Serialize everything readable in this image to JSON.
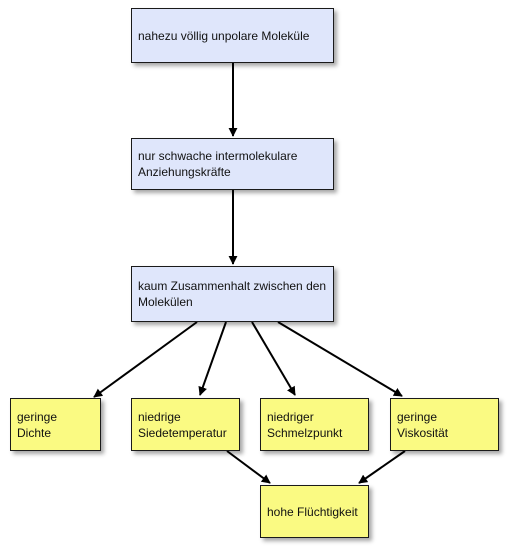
{
  "colors": {
    "blue_fill": "#dfe6fb",
    "yellow_fill": "#fafa82",
    "border": "#1a1a1a",
    "arrow": "#000000"
  },
  "nodes": {
    "unpolar": {
      "line1": "nahezu völlig unpolare Moleküle",
      "line2": ""
    },
    "kraefte": {
      "line1": "nur schwache intermolekulare",
      "line2": "Anziehungskräfte"
    },
    "zusammenhalt": {
      "line1": "kaum Zusammenhalt zwischen den",
      "line2": "Molekülen"
    },
    "dichte": {
      "line1": "geringe Dichte",
      "line2": ""
    },
    "siede": {
      "line1": "niedrige",
      "line2": "Siedetemperatur"
    },
    "schmelz": {
      "line1": "niedriger",
      "line2": "Schmelzpunkt"
    },
    "viskositaet": {
      "line1": "geringe",
      "line2": "Viskosität"
    },
    "fluechtigkeit": {
      "line1": "hohe Flüchtigkeit",
      "line2": ""
    }
  },
  "edges": [
    [
      "unpolar",
      "kraefte"
    ],
    [
      "kraefte",
      "zusammenhalt"
    ],
    [
      "zusammenhalt",
      "dichte"
    ],
    [
      "zusammenhalt",
      "siede"
    ],
    [
      "zusammenhalt",
      "schmelz"
    ],
    [
      "zusammenhalt",
      "viskositaet"
    ],
    [
      "siede",
      "fluechtigkeit"
    ],
    [
      "viskositaet",
      "fluechtigkeit"
    ]
  ]
}
